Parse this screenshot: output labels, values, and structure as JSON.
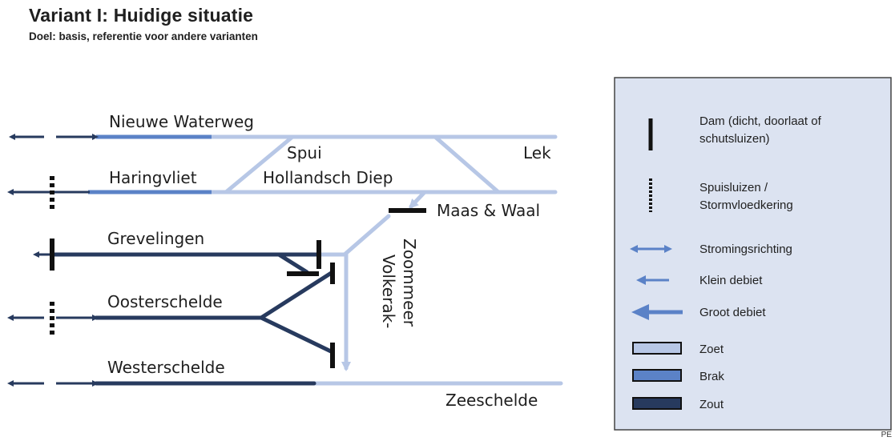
{
  "title": "Variant I: Huidige situatie",
  "subtitle": "Doel: basis, referentie voor andere varianten",
  "labels": {
    "nieuwe_waterweg": "Nieuwe Waterweg",
    "spui": "Spui",
    "lek": "Lek",
    "haringvliet": "Haringvliet",
    "hollandsch_diep": "Hollandsch Diep",
    "maas_waal": "Maas & Waal",
    "grevelingen": "Grevelingen",
    "volkerak_1": "Volkerak-",
    "volkerak_2": "Zoommeer",
    "oosterschelde": "Oosterschelde",
    "westerschelde": "Westerschelde",
    "zeeschelde": "Zeeschelde"
  },
  "legend": {
    "dam_1": "Dam (dicht, doorlaat of",
    "dam_2": "schutsluizen)",
    "spui_1": "Spuisluizen /",
    "spui_2": "Stormvloedkering",
    "stroming": "Stromingsrichting",
    "klein": "Klein debiet",
    "groot": "Groot debiet",
    "zoet": "Zoet",
    "brak": "Brak",
    "zout": "Zout"
  },
  "colors": {
    "zoet": "#b7c7e6",
    "brak": "#5b82c7",
    "zout": "#273a5e",
    "legend_bg": "#dce3f1",
    "structure": "#111111"
  },
  "page_mark": "PE"
}
